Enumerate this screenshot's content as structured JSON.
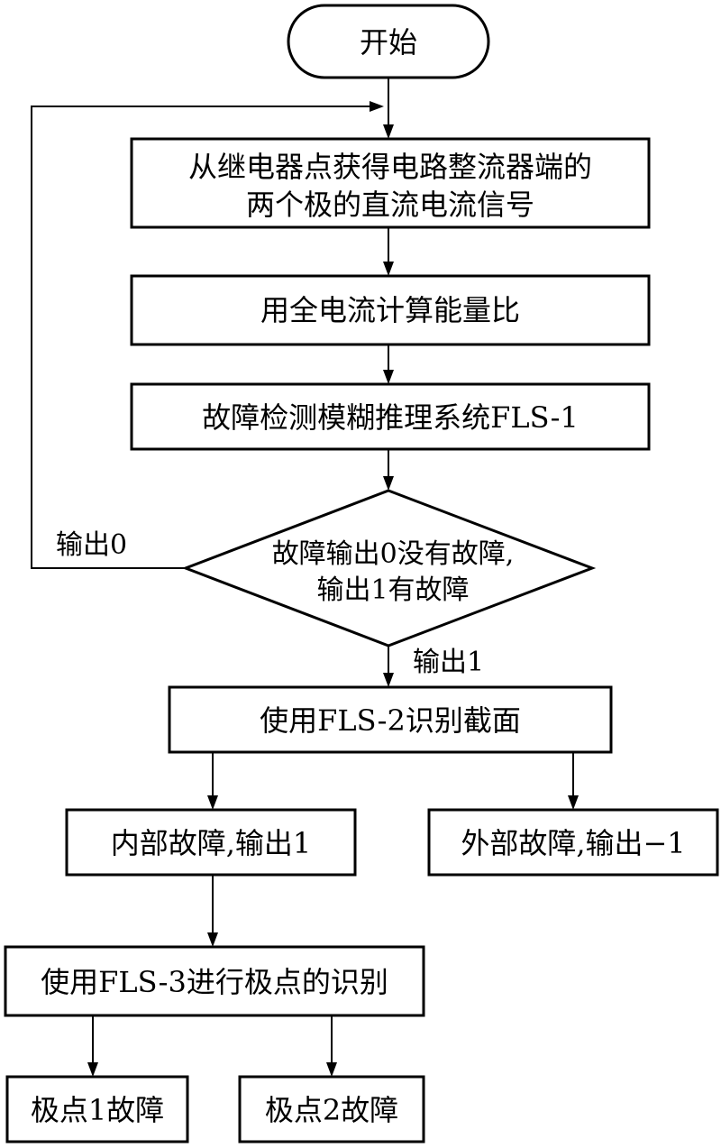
{
  "nodes": {
    "start": "开始",
    "acquire_line1": "从继电器点获得电路整流器端的",
    "acquire_line2": "两个极的直流电流信号",
    "energy_ratio": "用全电流计算能量比",
    "fls1": "故障检测模糊推理系统FLS-1",
    "decision_line1": "故障输出0没有故障,",
    "decision_line2": "输出1有故障",
    "fls2": "使用FLS-2识别截面",
    "internal_fault": "内部故障,输出1",
    "external_fault": "外部故障,输出−1",
    "fls3": "使用FLS-3进行极点的识别",
    "pole1_fault": "极点1故障",
    "pole2_fault": "极点2故障"
  },
  "edge_labels": {
    "output0": "输出0",
    "output1": "输出1"
  }
}
